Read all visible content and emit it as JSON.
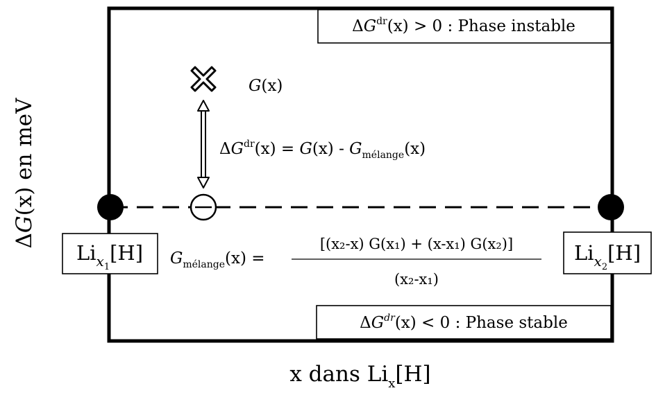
{
  "axes": {
    "y_label": {
      "pre": "Δ",
      "var": "G",
      "post": "(x) en meV"
    },
    "x_label": {
      "pre": "x dans Li",
      "sub": "x",
      "post": "[H]"
    }
  },
  "legend": {
    "unstable": {
      "delta": "Δ",
      "var": "G",
      "sup": "dr",
      "post": "(x) > 0 : Phase instable"
    },
    "stable": {
      "delta": "Δ",
      "var": "G",
      "sup": "dr",
      "post": "(x) < 0 : Phase stable"
    }
  },
  "point": {
    "var": "G",
    "post": "(x)"
  },
  "difference": {
    "delta": "Δ",
    "var": "G",
    "sup": "dr",
    "mid": "(x) = ",
    "g2": "G",
    "mid2": "(x) - ",
    "g3": "G",
    "sub3": "mélange",
    "end": "(x)"
  },
  "left_phase": {
    "pre": "Li",
    "sub_var": "x",
    "sub_idx": "1",
    "post": "[H]"
  },
  "right_phase": {
    "pre": "Li",
    "sub_var": "x",
    "sub_idx": "2",
    "post": "[H]"
  },
  "mixing": {
    "lhs_var": "G",
    "lhs_sub": "mélange",
    "lhs_post": "(x) =",
    "numerator": "[(x₂-x) G(x₁) + (x-x₁) G(x₂)]",
    "denominator": "(x₂-x₁)"
  },
  "colors": {
    "line": "#000000",
    "background": "#ffffff"
  },
  "icons": {
    "point_marker": "cross-icon",
    "mix_marker": "circle-minus-icon"
  }
}
